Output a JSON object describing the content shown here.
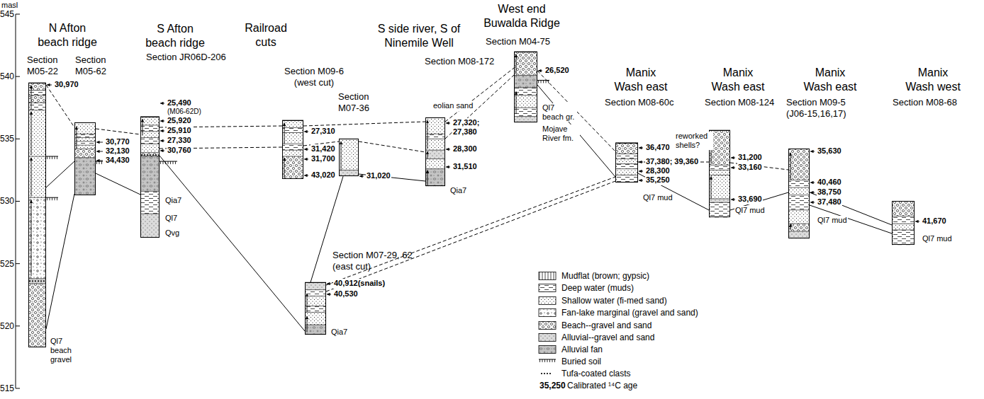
{
  "diagram": {
    "nodes": [
      {
        "text": [
          "Section M05-22"
        ]
      },
      {
        "text": [
          "Section M05-62"
        ]
      },
      {
        "text": [
          "S Afton beach ridge",
          "Section JR06D-206"
        ]
      },
      {
        "text": [
          "Section M09-6 (west cut)"
        ]
      },
      {
        "text": [
          "Section M07-36"
        ]
      },
      {
        "text": [
          "Section M07-29, 62 (east cut)"
        ]
      },
      {
        "text": [
          "S side river, S of Ninemile Well",
          "Section M08-172"
        ]
      },
      {
        "text": [
          "West end Buwalda Ridge",
          "Section M04-75"
        ]
      },
      {
        "text": [
          "Manix Wash east",
          "Section M08-60c"
        ]
      },
      {
        "text": [
          "Manix Wash east",
          "Section M08-124"
        ]
      },
      {
        "text": [
          "Manix Wash east",
          "Section M09-5 (J06-15,16,17)"
        ]
      },
      {
        "text": [
          "Manix Wash west",
          "Section M08-68"
        ]
      }
    ],
    "edges": [
      {
        "from": 0,
        "to": 1,
        "arrow": "none"
      },
      {
        "from": 0,
        "to": 1,
        "arrow": "none"
      },
      {
        "from": 0,
        "to": 1,
        "arrow": "none"
      },
      {
        "from": 1,
        "to": 2,
        "arrow": "none"
      },
      {
        "from": 1,
        "to": 2,
        "arrow": "none"
      },
      {
        "from": 2,
        "to": 3,
        "arrow": "none"
      },
      {
        "from": 2,
        "to": 3,
        "arrow": "none"
      },
      {
        "from": 2,
        "to": 5,
        "arrow": "none"
      },
      {
        "from": 3,
        "to": 6,
        "arrow": "none"
      },
      {
        "from": 3,
        "to": 4,
        "arrow": "none"
      },
      {
        "from": 4,
        "to": 6,
        "arrow": "none"
      },
      {
        "from": 4,
        "to": 5,
        "arrow": "none"
      },
      {
        "from": 4,
        "to": 6,
        "arrow": "none"
      },
      {
        "from": 5,
        "to": 8,
        "arrow": "none"
      },
      {
        "from": 5,
        "to": 8,
        "arrow": "none"
      },
      {
        "from": 6,
        "to": 7,
        "arrow": "none"
      },
      {
        "from": 6,
        "to": 7,
        "arrow": "none"
      },
      {
        "from": 7,
        "to": 8,
        "arrow": "none"
      },
      {
        "from": 7,
        "to": 8,
        "arrow": "none"
      },
      {
        "from": 8,
        "to": 9,
        "arrow": "none"
      },
      {
        "from": 8,
        "to": 9,
        "arrow": "none"
      },
      {
        "from": 9,
        "to": 10,
        "arrow": "none"
      },
      {
        "from": 9,
        "to": 10,
        "arrow": "none"
      },
      {
        "from": 10,
        "to": 11,
        "arrow": "none"
      },
      {
        "from": 10,
        "to": 11,
        "arrow": "none"
      }
    ],
    "labels": [
      "masl",
      "545",
      "540",
      "535",
      "530",
      "525",
      "520",
      "515",
      "N Afton beach ridge",
      "Railroad cuts",
      "30,970",
      "30,770",
      "32,130",
      "34,430",
      "25,490",
      "(M06-62D)",
      "25,920",
      "25,910",
      "27,330",
      "30,760",
      "27,310",
      "31,420",
      "31,700",
      "43,020",
      "31,020",
      "40,912(snails)",
      "40,530",
      "27,320;",
      "27,380",
      "28,300",
      "31,510",
      "26,520",
      "36,470",
      "37,380; 39,360",
      "28,300",
      "35,250",
      "31,200",
      "33,160",
      "33,690",
      "35,630",
      "40,460",
      "38,750",
      "37,480",
      "41,670",
      "Ql7 beach gravel",
      "Qia7",
      "Ql7",
      "Qvg",
      "Qia7",
      "eolian sand",
      "Qia7",
      "Ql7 beach gr.",
      "Mojave River fm.",
      "Ql7 mud",
      "Ql7 mud",
      "Ql7 mud",
      "Ql7 mud",
      "reworked shells?",
      "35,250"
    ],
    "legend": [
      {
        "text": "Mudflat (brown; gypsic)"
      },
      {
        "text": "Deep water (muds)"
      },
      {
        "text": "Shallow water (fi-med sand)"
      },
      {
        "text": "Fan-lake marginal (gravel and sand)"
      },
      {
        "text": "Beach--gravel and sand"
      },
      {
        "text": "Alluvial--gravel and sand"
      },
      {
        "text": "Alluvial fan"
      },
      {
        "text": "Buried soil"
      },
      {
        "text": "Tufa-coated clasts"
      },
      {
        "text": "Calibrated ¹⁴C age"
      }
    ]
  }
}
